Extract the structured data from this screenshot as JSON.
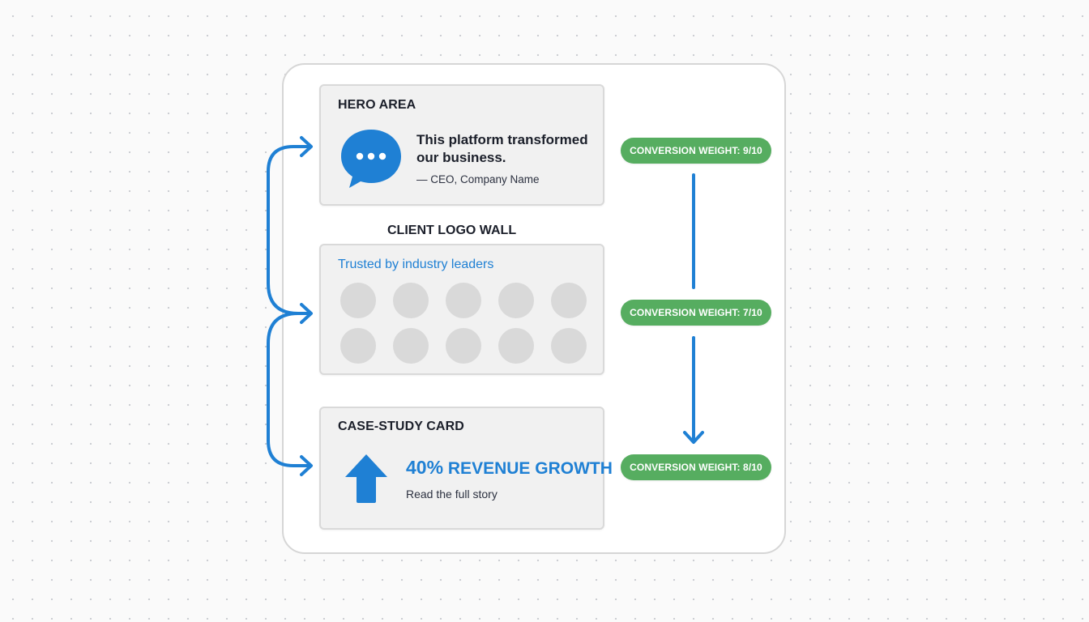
{
  "hero": {
    "title": "HERO AREA",
    "quote": "This platform transformed our business.",
    "author": "— CEO, Company Name"
  },
  "logo_wall": {
    "title": "CLIENT LOGO WALL",
    "tagline": "Trusted by industry leaders",
    "logo_count": 10
  },
  "case_study": {
    "title": "CASE-STUDY CARD",
    "headline_percent": "40%",
    "headline_text": "REVENUE GROWTH",
    "link": "Read the full story"
  },
  "weights": [
    {
      "label": "CONVERSION WEIGHT: 9/10"
    },
    {
      "label": "CONVERSION WEIGHT: 7/10"
    },
    {
      "label": "CONVERSION WEIGHT: 8/10"
    }
  ],
  "colors": {
    "accent_blue": "#1f80d4",
    "pill_green": "#56ad60",
    "placeholder_gray": "#d9d9d9"
  },
  "icons": {
    "hero": "speech-bubble-icon",
    "case_study": "up-arrow-icon"
  }
}
